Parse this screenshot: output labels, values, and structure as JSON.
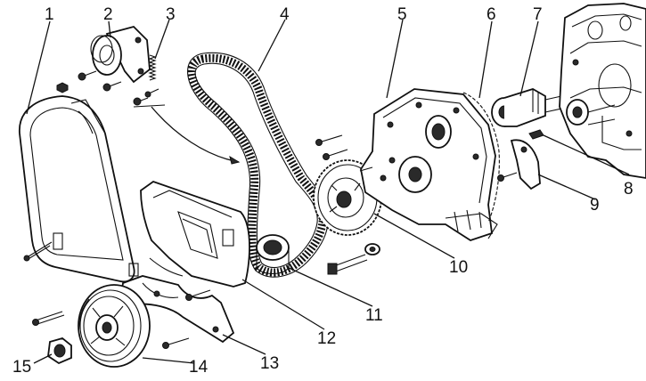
{
  "diagram": {
    "callouts": [
      {
        "id": "1",
        "label": "1"
      },
      {
        "id": "2",
        "label": "2"
      },
      {
        "id": "3",
        "label": "3"
      },
      {
        "id": "4",
        "label": "4"
      },
      {
        "id": "5",
        "label": "5"
      },
      {
        "id": "6",
        "label": "6"
      },
      {
        "id": "7",
        "label": "7"
      },
      {
        "id": "8",
        "label": "8"
      },
      {
        "id": "9",
        "label": "9"
      },
      {
        "id": "10",
        "label": "10"
      },
      {
        "id": "11",
        "label": "11"
      },
      {
        "id": "12",
        "label": "12"
      },
      {
        "id": "13",
        "label": "13"
      },
      {
        "id": "14",
        "label": "14"
      },
      {
        "id": "15",
        "label": "15"
      }
    ],
    "colors": {
      "line": "#111111",
      "background": "#ffffff",
      "shade": "#2a2a2a"
    }
  }
}
